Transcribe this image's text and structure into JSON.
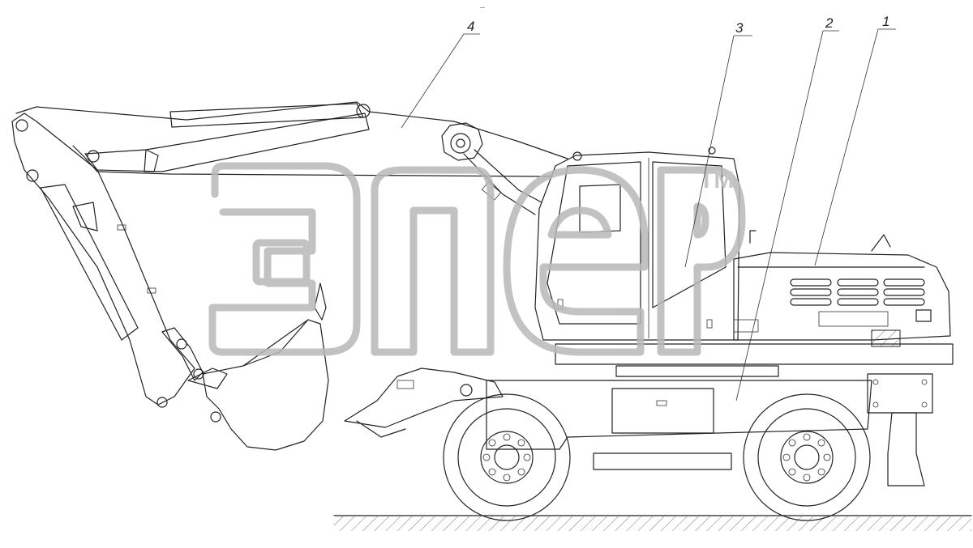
{
  "watermark": {
    "trademark": "TM"
  },
  "header_mark": "-- ",
  "callouts": [
    {
      "number": "4"
    },
    {
      "number": "3"
    },
    {
      "number": "2"
    },
    {
      "number": "1"
    }
  ]
}
